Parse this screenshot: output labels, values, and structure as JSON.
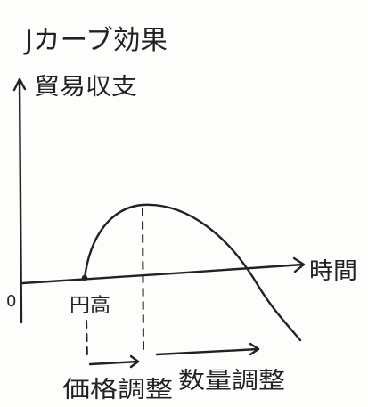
{
  "title": "Jカーブ効果",
  "axes": {
    "y_label": "貿易収支",
    "x_label": "時間",
    "origin_label": "0"
  },
  "annotations": {
    "start_point_label": "円高",
    "phase_1_label": "価格調整",
    "phase_2_label": "数量調整"
  },
  "colors": {
    "ink": "#222222",
    "paper": "#fdfdfb"
  }
}
